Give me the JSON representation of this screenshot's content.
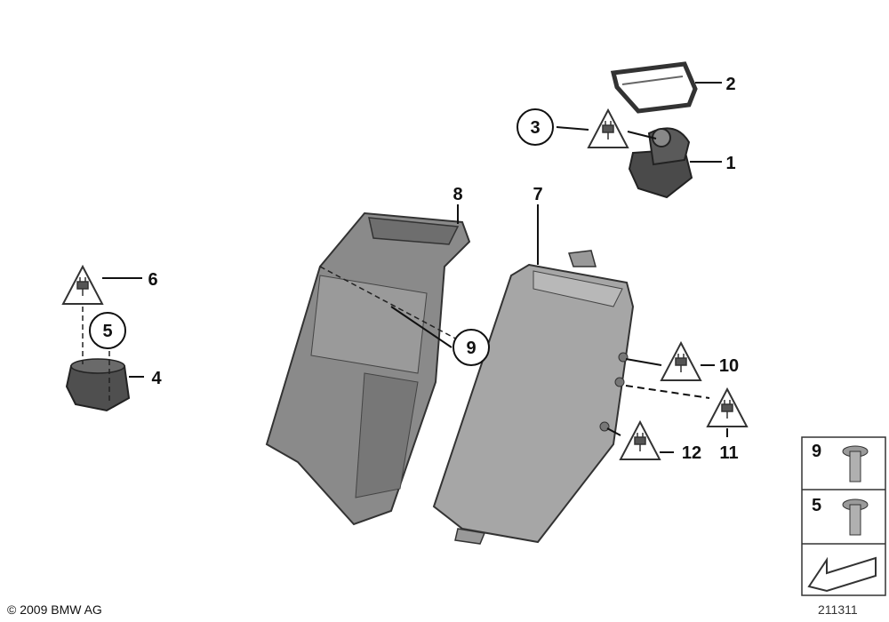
{
  "callouts": {
    "c1": "1",
    "c2": "2",
    "c3": "3",
    "c4": "4",
    "c5": "5",
    "c6": "6",
    "c7": "7",
    "c8": "8",
    "c9": "9",
    "c10": "10",
    "c11": "11",
    "c12": "12"
  },
  "legend": {
    "item_a": "9",
    "item_b": "5"
  },
  "footer": {
    "copyright": "© 2009 BMW AG",
    "ref_number": "211311"
  }
}
